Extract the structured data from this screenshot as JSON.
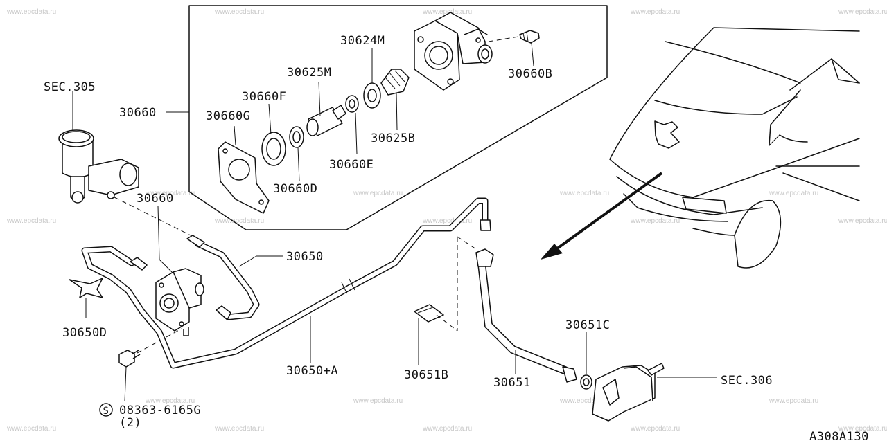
{
  "watermark_text": "www.epcdata.ru",
  "diagram_code": "A308A130",
  "bolt_symbol": "S",
  "labels": {
    "sec305": "SEC.305",
    "sec306": "SEC.306",
    "p30660_top": "30660",
    "p30660_mid": "30660",
    "p30624M": "30624M",
    "p30625M": "30625M",
    "p30660F": "30660F",
    "p30660G": "30660G",
    "p30660B": "30660B",
    "p30625B": "30625B",
    "p30660E": "30660E",
    "p30660D": "30660D",
    "p30650": "30650",
    "p30650D": "30650D",
    "p30650A": "30650+A",
    "p30651B": "30651B",
    "p30651": "30651",
    "p30651C": "30651C",
    "bolt_part": "08363-6165G",
    "bolt_qty": "(2)"
  }
}
